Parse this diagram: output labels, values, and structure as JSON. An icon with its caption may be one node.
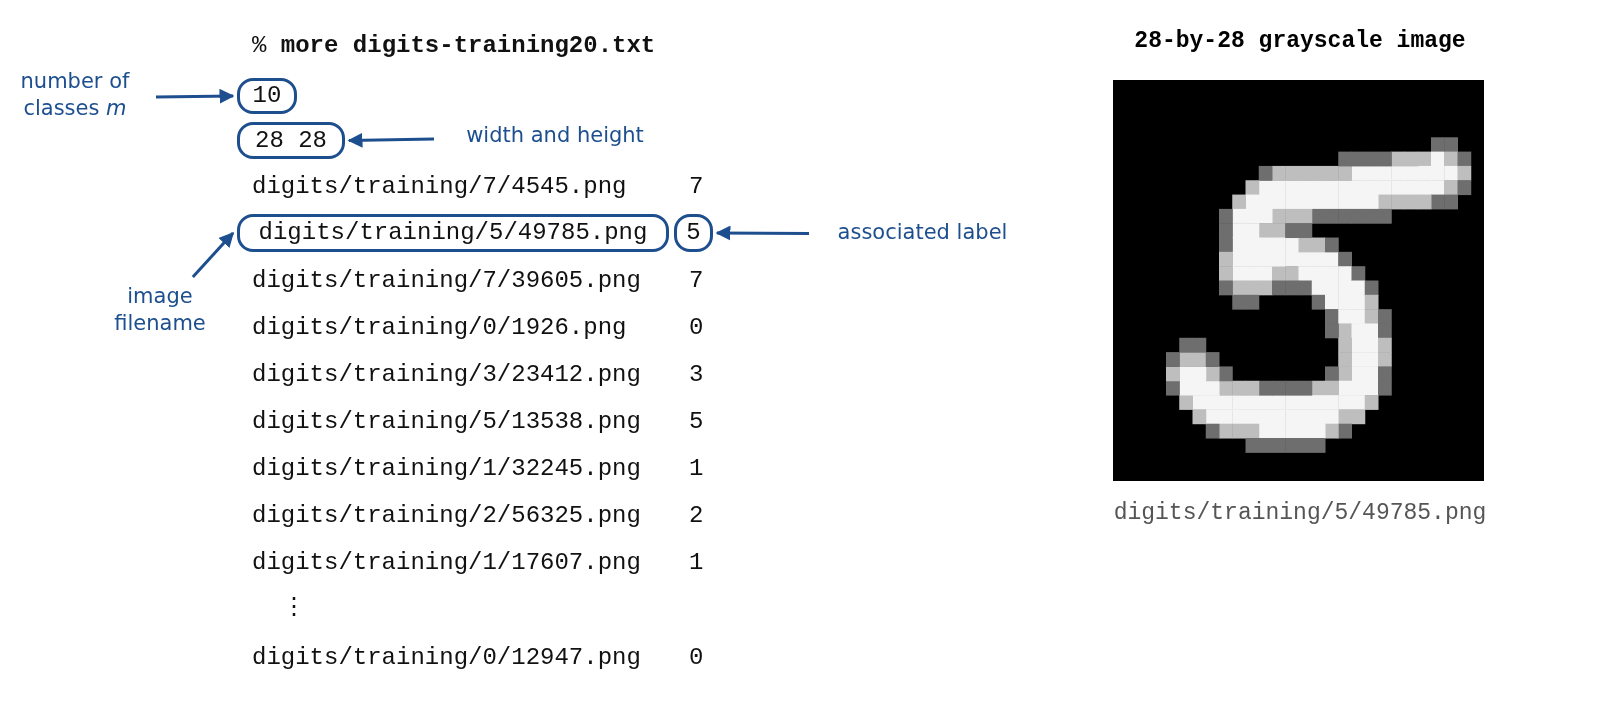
{
  "diagram": {
    "nodes": [
      {
        "text": [
          "number of classes *m*"
        ]
      },
      {
        "text": [
          "10"
        ]
      },
      {
        "text": [
          "28 28"
        ]
      },
      {
        "text": [
          "width and height"
        ]
      },
      {
        "text": [
          "digits/training/5/49785.png"
        ]
      },
      {
        "text": [
          "5"
        ]
      },
      {
        "text": [
          "associated label"
        ]
      },
      {
        "text": [
          "image filename"
        ]
      },
      {
        "text": [
          "28-by-28 grayscale image"
        ],
        "beside": [
          "digits/training/5/49785.png"
        ]
      }
    ],
    "edges": [
      {
        "from": 0,
        "to": 1,
        "arrow": "to"
      },
      {
        "from": 3,
        "to": 2,
        "arrow": "to"
      },
      {
        "from": 6,
        "to": 5,
        "arrow": "to"
      },
      {
        "from": 7,
        "to": 4,
        "arrow": "to"
      }
    ],
    "labels": [
      "% **more digits-training20.txt**",
      "digits/training/7/4545.png",
      "7",
      "digits/training/7/39605.png",
      "7",
      "digits/training/0/1926.png",
      "0",
      "digits/training/3/23412.png",
      "3",
      "digits/training/5/13538.png",
      "5",
      "digits/training/1/32245.png",
      "1",
      "digits/training/2/56325.png",
      "2",
      "digits/training/1/17607.png",
      "1",
      "⋮",
      "digits/training/0/12947.png",
      "0"
    ]
  }
}
